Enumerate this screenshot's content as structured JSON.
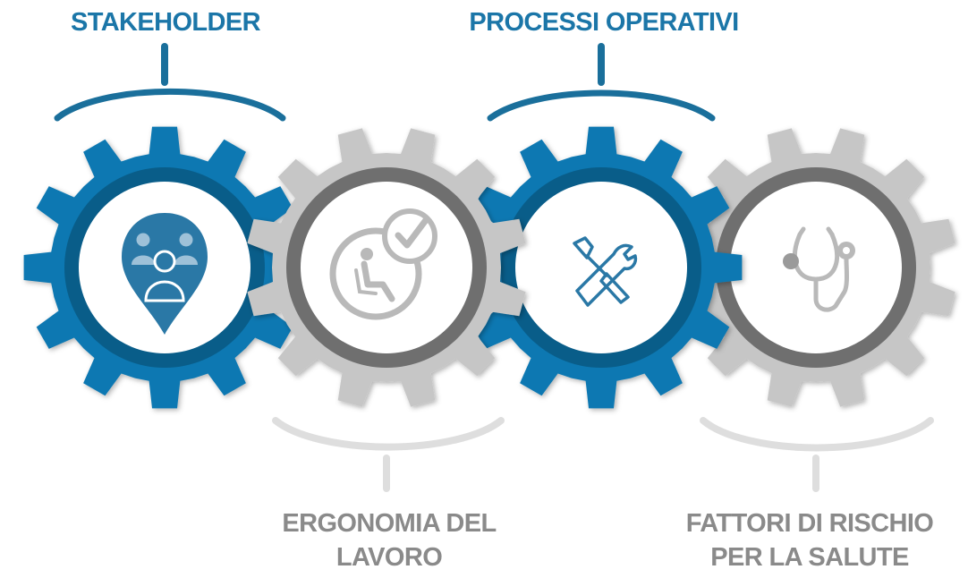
{
  "labels": {
    "stakeholder": "STAKEHOLDER",
    "processi": "PROCESSI OPERATIVI",
    "ergonomia_line1": "ERGONOMIA DEL",
    "ergonomia_line2": "LAVORO",
    "fattori_line1": "FATTORI DI RISCHIO",
    "fattori_line2": "PER LA SALUTE"
  },
  "colors": {
    "blue_gear": "#0e78b2",
    "blue_ring": "#095d89",
    "blue_text": "#1b76a8",
    "gray_gear": "#c6c6c6",
    "gray_ring": "#6f6f6f",
    "gray_text": "#8a8a8a",
    "bracket_blue": "#1a6f9b",
    "bracket_gray": "#dedede",
    "icon_blue": "#2a78a6",
    "icon_gray": "#b9b9b9"
  },
  "icons": [
    "people-group-icon",
    "seated-person-check-icon",
    "tools-wrench-screwdriver-icon",
    "stethoscope-icon"
  ]
}
